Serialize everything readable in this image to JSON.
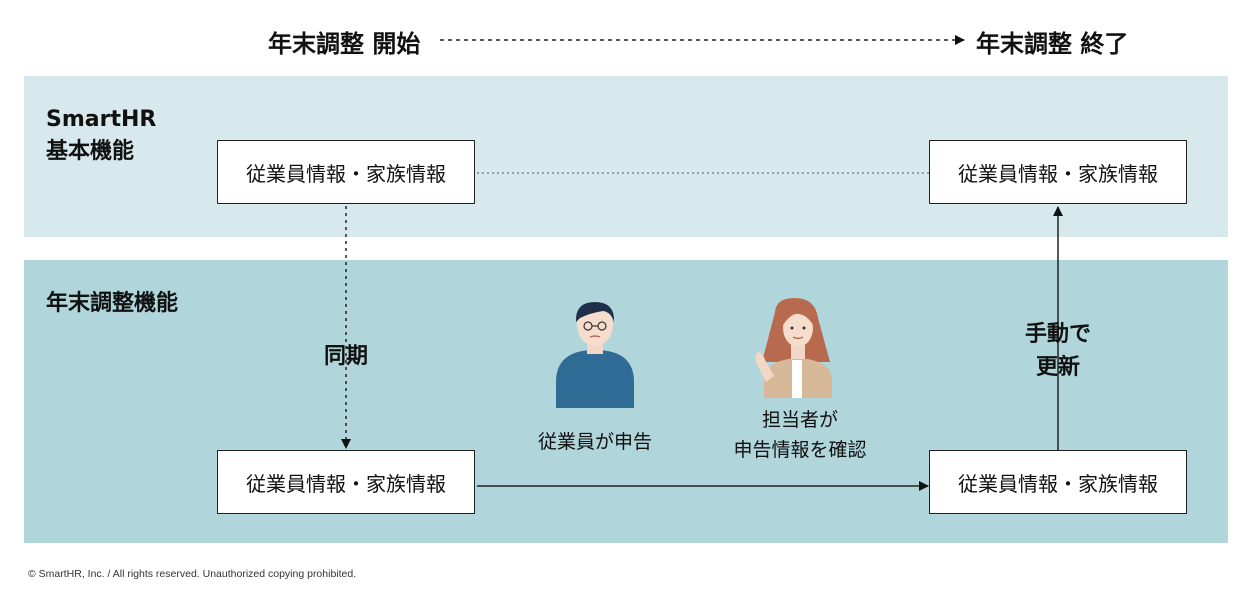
{
  "timeline": {
    "start": "年末調整 開始",
    "end": "年末調整 終了"
  },
  "bands": {
    "basic": {
      "title": "SmartHR\n基本機能"
    },
    "yearend": {
      "title": "年末調整機能"
    }
  },
  "boxes": {
    "basic_left": "従業員情報・家族情報",
    "basic_right": "従業員情報・家族情報",
    "yearend_left": "従業員情報・家族情報",
    "yearend_right": "従業員情報・家族情報"
  },
  "edges": {
    "sync": "同期",
    "manual_update": "手動で\n更新"
  },
  "actors": {
    "employee": {
      "caption": "従業員が申告",
      "icon": "employee-person-icon"
    },
    "admin": {
      "caption": "担当者が\n申告情報を確認",
      "icon": "admin-person-icon"
    }
  },
  "colors": {
    "basic_band": "#d7e9ed",
    "yearend_band": "#b0d5da",
    "employee_shirt": "#2f6b94",
    "admin_hair": "#b86a4f",
    "admin_jacket": "#d7b99a"
  },
  "footer": {
    "copyright": "© SmartHR, Inc. / All rights reserved. Unauthorized copying prohibited."
  }
}
